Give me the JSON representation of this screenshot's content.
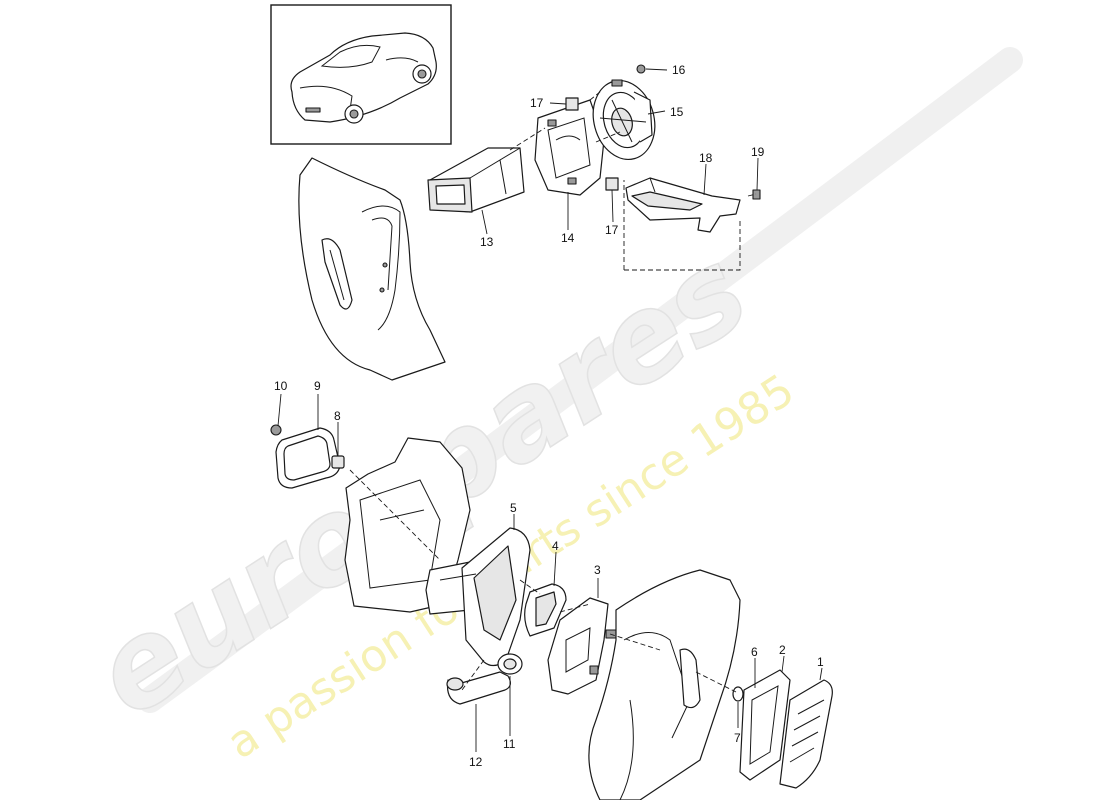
{
  "watermark": {
    "brand": "eurospares",
    "tagline": "a passion for parts since 1985"
  },
  "callouts": {
    "c1": "1",
    "c2": "2",
    "c3": "3",
    "c4": "4",
    "c5": "5",
    "c6": "6",
    "c7": "7",
    "c8": "8",
    "c9": "9",
    "c10": "10",
    "c11": "11",
    "c12": "12",
    "c13": "13",
    "c14": "14",
    "c15": "15",
    "c16": "16",
    "c17a": "17",
    "c17b": "17",
    "c18": "18",
    "c19": "19"
  }
}
